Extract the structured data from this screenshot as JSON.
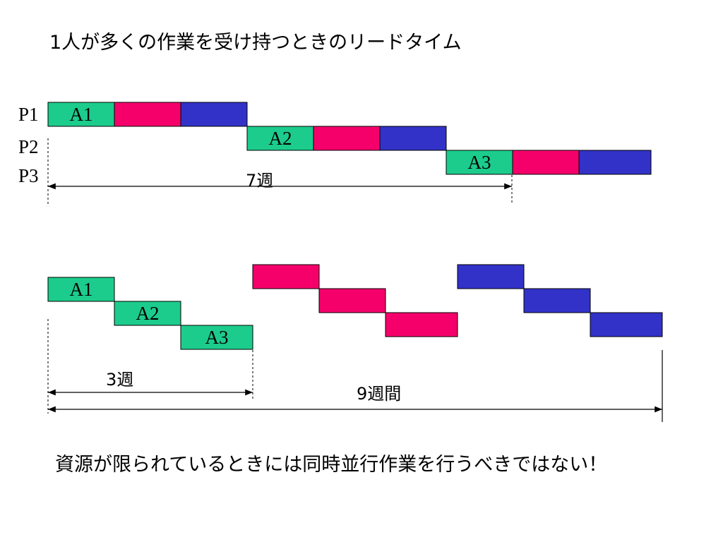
{
  "title": "1人が多くの作業を受け持つときのリードタイム",
  "conclusion": "資源が限られているときには同時並行作業を行うべきではない！",
  "colors": {
    "a_task": "#1ccc8c",
    "b_task": "#f5006a",
    "c_task": "#3232c8",
    "stroke": "#000000"
  },
  "top_diagram": {
    "persons": [
      "P1",
      "P2",
      "P3"
    ],
    "rows": [
      {
        "tasks": [
          {
            "label": "A1",
            "kind": "a_task"
          },
          {
            "label": "",
            "kind": "b_task"
          },
          {
            "label": "",
            "kind": "c_task"
          }
        ]
      },
      {
        "tasks": [
          {
            "label": "A2",
            "kind": "a_task"
          },
          {
            "label": "",
            "kind": "b_task"
          },
          {
            "label": "",
            "kind": "c_task"
          }
        ]
      },
      {
        "tasks": [
          {
            "label": "A3",
            "kind": "a_task"
          },
          {
            "label": "",
            "kind": "b_task"
          },
          {
            "label": "",
            "kind": "c_task"
          }
        ]
      }
    ],
    "duration_label": "7週"
  },
  "bottom_diagram": {
    "a_tasks": [
      "A1",
      "A2",
      "A3"
    ],
    "b_tasks": [
      "",
      "",
      ""
    ],
    "c_tasks": [
      "",
      "",
      ""
    ],
    "short_duration_label": "3週",
    "total_duration_label": "9週間"
  }
}
